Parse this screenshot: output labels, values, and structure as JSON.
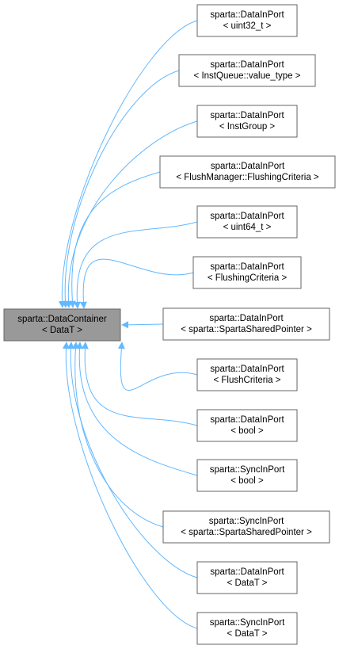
{
  "colors": {
    "edge": "#63b8ff",
    "node_border": "#666666",
    "node_fill": "#ffffff",
    "base_fill": "#999999",
    "text": "#000000"
  },
  "base": {
    "line1": "sparta::DataContainer",
    "line2": "< DataT >"
  },
  "derived": [
    {
      "line1": "sparta::DataInPort",
      "line2": "< uint32_t >"
    },
    {
      "line1": "sparta::DataInPort",
      "line2": "< InstQueue::value_type >"
    },
    {
      "line1": "sparta::DataInPort",
      "line2": "< InstGroup >"
    },
    {
      "line1": "sparta::DataInPort",
      "line2": "< FlushManager::FlushingCriteria >"
    },
    {
      "line1": "sparta::DataInPort",
      "line2": "< uint64_t >"
    },
    {
      "line1": "sparta::DataInPort",
      "line2": "< FlushingCriteria >"
    },
    {
      "line1": "sparta::DataInPort",
      "line2": "< sparta::SpartaSharedPointer >"
    },
    {
      "line1": "sparta::DataInPort",
      "line2": "< FlushCriteria >"
    },
    {
      "line1": "sparta::DataInPort",
      "line2": "< bool >"
    },
    {
      "line1": "sparta::SyncInPort",
      "line2": "< bool >"
    },
    {
      "line1": "sparta::SyncInPort",
      "line2": "< sparta::SpartaSharedPointer >"
    },
    {
      "line1": "sparta::DataInPort",
      "line2": "< DataT >"
    },
    {
      "line1": "sparta::SyncInPort",
      "line2": "< DataT >"
    }
  ]
}
